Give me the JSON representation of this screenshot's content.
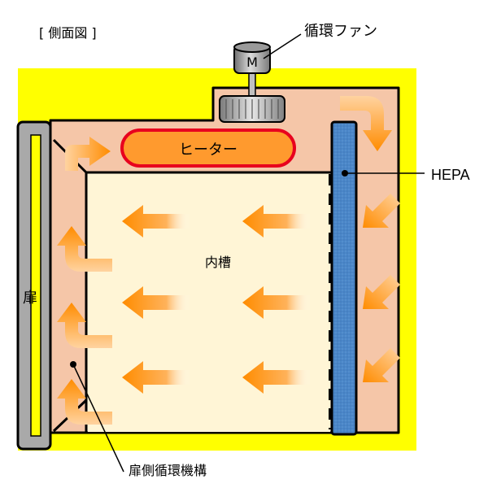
{
  "title": "[ 側面図 ]",
  "labels": {
    "fan": "循環ファン",
    "motor": "M",
    "heater": "ヒーター",
    "hepa": "HEPA",
    "inner_tank": "内槽",
    "door": "扉",
    "door_side_mechanism": "扉側循環機構"
  },
  "colors": {
    "background_yellow": "#ffff00",
    "chamber_fill": "#f5c6a8",
    "inner_fill": "#fff5d6",
    "heater_fill": "#ff9a2e",
    "heater_border": "#e8001e",
    "hepa_fill": "#4a86c8",
    "door_fill": "#a9a9a9",
    "arrow": "#ff8c00"
  }
}
